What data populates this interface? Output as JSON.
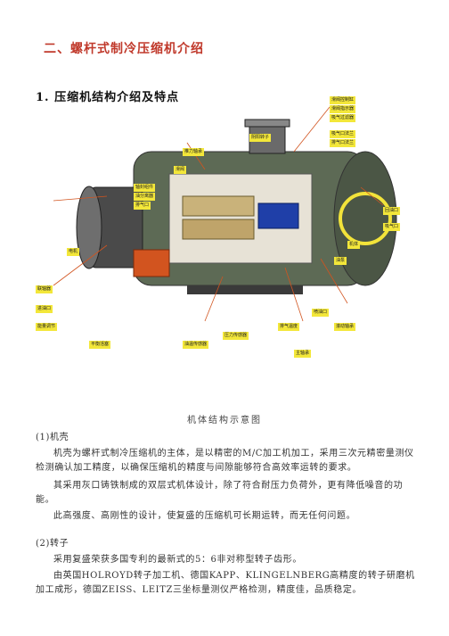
{
  "section_title": "二、螺杆式制冷压缩机介绍",
  "subsection_title": "1. 压缩机结构介绍及特点",
  "figure": {
    "caption": "机体结构示意图",
    "labels": [
      "滑阀控制缸",
      "滑阀指示器",
      "吸气过滤器",
      "吸气口法兰",
      "排气口法兰",
      "阴阳转子",
      "推力轴承",
      "滑阀",
      "轴封组件",
      "油分离器",
      "排气口",
      "回油口",
      "吸气口",
      "机体",
      "油泵",
      "电机",
      "联轴器",
      "进油口",
      "能量调节",
      "平衡活塞",
      "油温传感器",
      "压力传感器",
      "排气温度",
      "喷油口",
      "滚动轴承",
      "主轴承"
    ]
  },
  "sections": [
    {
      "heading": "(1)机壳",
      "paragraphs": [
        "机壳为螺杆式制冷压缩机的主体，是以精密的M/C加工机加工，采用三次元精密量测仪检测确认加工精度，以确保压缩机的精度与间隙能够符合高效率运转的要求。",
        "其采用灰口铸铁制成的双层式机体设计，除了符合耐压力负荷外，更有降低噪音的功能。",
        "此高强度、高刚性的设计，使复盛的压缩机可长期运转，而无任何问题。"
      ]
    },
    {
      "heading": "(2)转子",
      "paragraphs": [
        "采用复盛荣获多国专利的最新式的5：6非对称型转子齿形。",
        "由英国HOLROYD转子加工机、德国KAPP、KLINGELNBERG高精度的转子研磨机加工成形，德国ZEISS、LEITZ三坐标量测仪严格检测，精度佳，品质稳定。"
      ]
    }
  ]
}
